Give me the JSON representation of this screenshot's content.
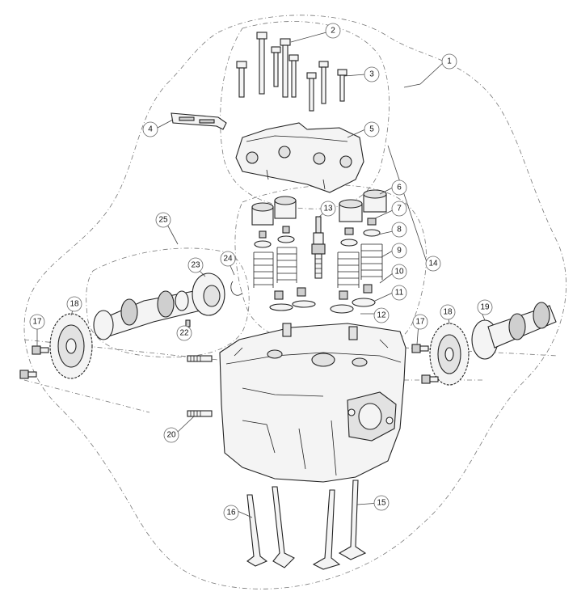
{
  "callouts": [
    {
      "id": "c1",
      "label": "1"
    },
    {
      "id": "c2",
      "label": "2"
    },
    {
      "id": "c3",
      "label": "3"
    },
    {
      "id": "c4",
      "label": "4"
    },
    {
      "id": "c5",
      "label": "5"
    },
    {
      "id": "c6",
      "label": "6"
    },
    {
      "id": "c7",
      "label": "7"
    },
    {
      "id": "c8",
      "label": "8"
    },
    {
      "id": "c9",
      "label": "9"
    },
    {
      "id": "c10",
      "label": "10"
    },
    {
      "id": "c11",
      "label": "11"
    },
    {
      "id": "c12",
      "label": "12"
    },
    {
      "id": "c13",
      "label": "13"
    },
    {
      "id": "c14",
      "label": "14"
    },
    {
      "id": "c15",
      "label": "15"
    },
    {
      "id": "c16",
      "label": "16"
    },
    {
      "id": "c17a",
      "label": "17"
    },
    {
      "id": "c17b",
      "label": "17"
    },
    {
      "id": "c18a",
      "label": "18"
    },
    {
      "id": "c18b",
      "label": "18"
    },
    {
      "id": "c19",
      "label": "19"
    },
    {
      "id": "c20",
      "label": "20"
    },
    {
      "id": "c22",
      "label": "22"
    },
    {
      "id": "c23",
      "label": "23"
    },
    {
      "id": "c24",
      "label": "24"
    },
    {
      "id": "c25",
      "label": "25"
    }
  ]
}
